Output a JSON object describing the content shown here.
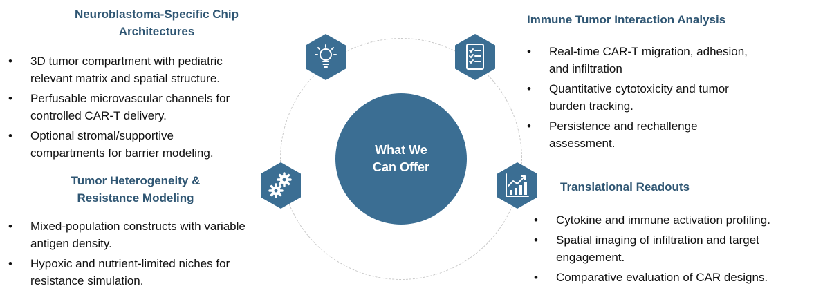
{
  "center": {
    "line1": "What We",
    "line2": "Can Offer"
  },
  "colors": {
    "primary": "#3b6e93",
    "title": "#2f5673",
    "ring": "#c8c8c8"
  },
  "icons": [
    "lightbulb-icon",
    "checklist-icon",
    "gears-icon",
    "growth-chart-icon"
  ],
  "sections": {
    "chip": {
      "title_line1": "Neuroblastoma-Specific Chip",
      "title_line2": "Architectures",
      "bullets": [
        [
          "3D tumor compartment with pediatric",
          "relevant matrix and spatial structure."
        ],
        [
          "Perfusable microvascular channels for",
          "controlled CAR-T delivery."
        ],
        [
          "Optional stromal/supportive",
          "compartments for barrier modeling."
        ]
      ]
    },
    "heterogeneity": {
      "title_line1": "Tumor Heterogeneity &",
      "title_line2": "Resistance Modeling",
      "bullets": [
        [
          "Mixed-population constructs with variable",
          "antigen density."
        ],
        [
          "Hypoxic and nutrient-limited niches for",
          "resistance simulation."
        ]
      ]
    },
    "immune": {
      "title": "Immune Tumor Interaction Analysis",
      "bullets": [
        [
          "Real-time CAR-T migration, adhesion,",
          "and infiltration"
        ],
        [
          "Quantitative cytotoxicity and tumor",
          "burden tracking."
        ],
        [
          "Persistence and rechallenge",
          "assessment."
        ]
      ]
    },
    "translational": {
      "title": "Translational Readouts",
      "bullets": [
        [
          "Cytokine and immune activation profiling."
        ],
        [
          "Spatial imaging of infiltration and target",
          "engagement."
        ],
        [
          "Comparative evaluation of CAR designs."
        ]
      ]
    }
  }
}
